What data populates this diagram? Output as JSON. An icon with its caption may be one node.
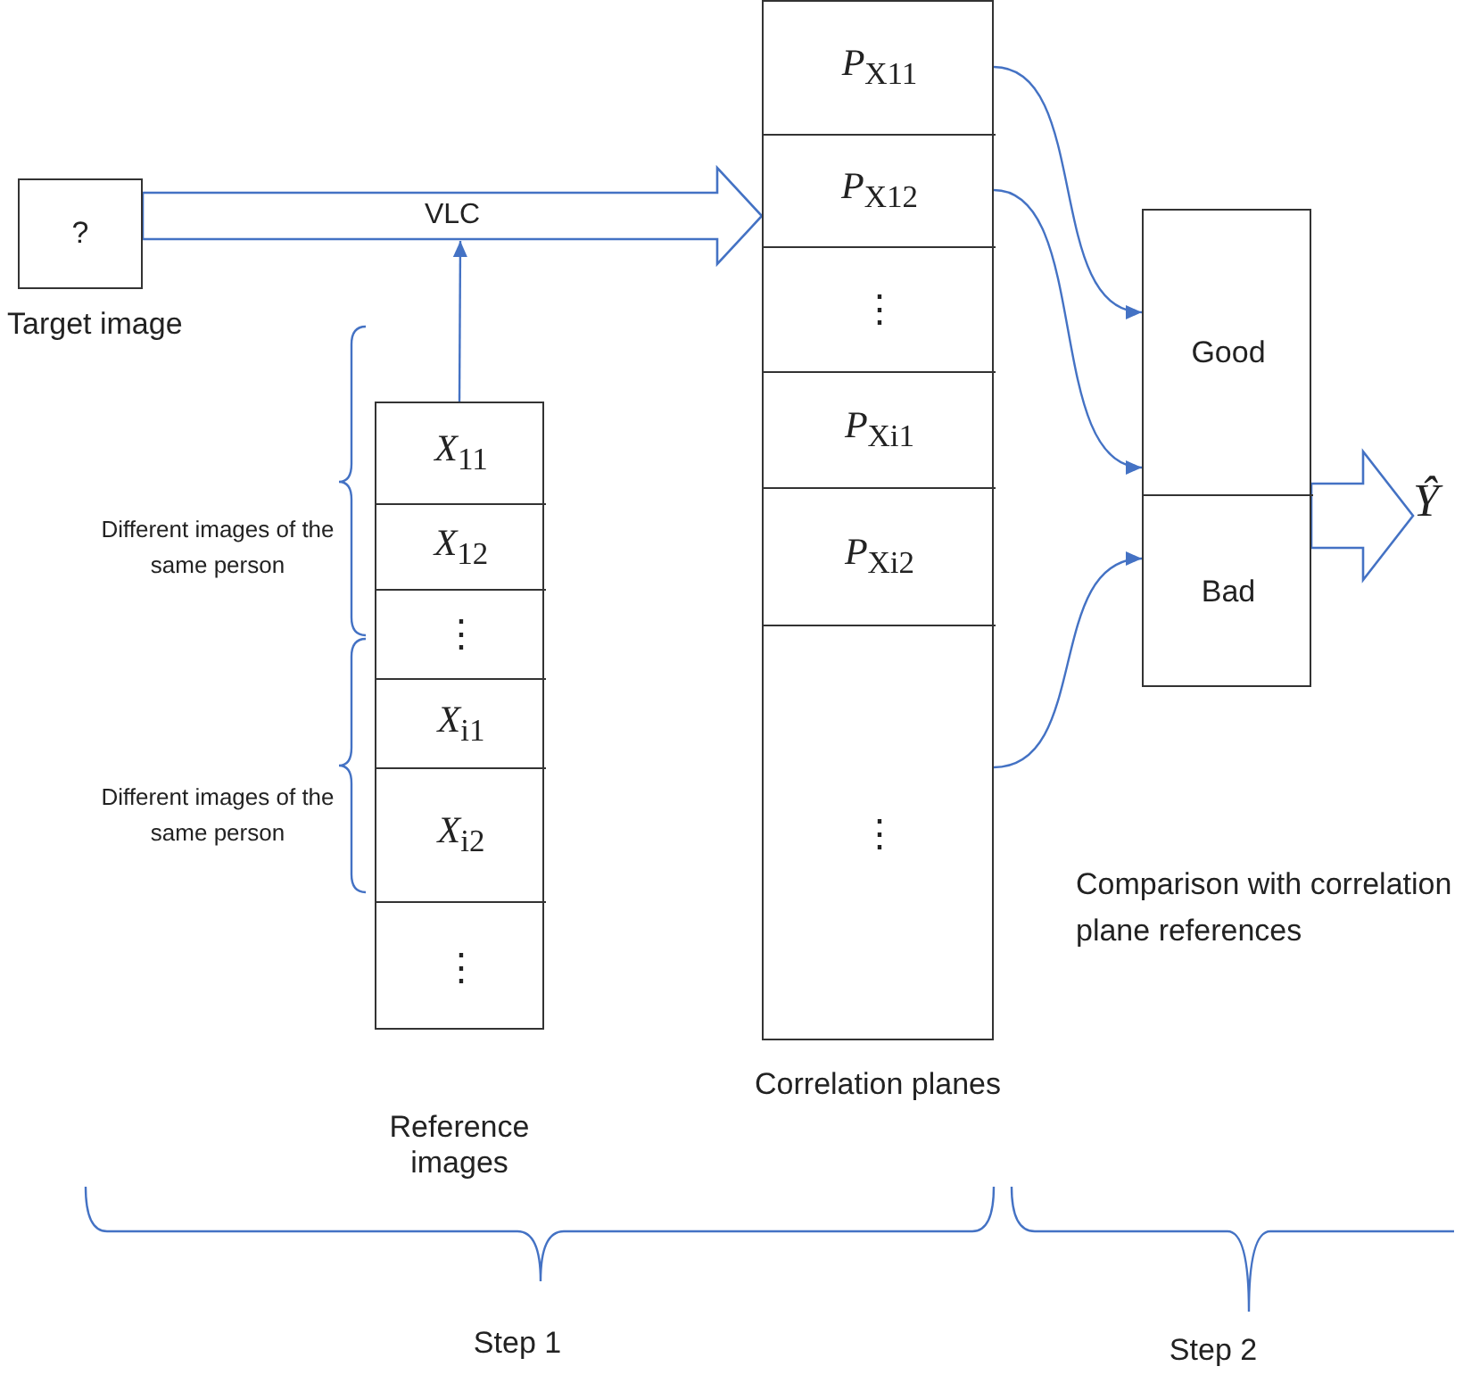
{
  "diagram": {
    "nodes": [
      {
        "text": [
          "?"
        ],
        "beside": [
          "Target image"
        ]
      },
      {
        "text": [],
        "shape": "box",
        "beside": [
          "Reference images"
        ]
      },
      {
        "text": [
          "*X*$_{11}$"
        ],
        "in": 1
      },
      {
        "text": [
          "*X*$_{12}$"
        ],
        "in": 1
      },
      {
        "text": [
          "⋮"
        ],
        "in": 1
      },
      {
        "text": [
          "*X*$_{i1}$"
        ],
        "in": 1
      },
      {
        "text": [
          "*X*$_{i2}$"
        ],
        "in": 1
      },
      {
        "text": [
          "⋮"
        ],
        "in": 1
      },
      {
        "text": [],
        "shape": "box",
        "beside": [
          "Correlation planes"
        ]
      },
      {
        "text": [
          "*P*$_{X11}$"
        ],
        "in": 8
      },
      {
        "text": [
          "*P*$_{X12}$"
        ],
        "in": 8
      },
      {
        "text": [
          "⋮"
        ],
        "in": 8
      },
      {
        "text": [
          "*P*$_{Xi1}$"
        ],
        "in": 8
      },
      {
        "text": [
          "*P*$_{Xi2}$"
        ],
        "in": 8
      },
      {
        "text": [
          "⋮"
        ],
        "in": 8
      },
      {
        "text": [],
        "shape": "box"
      },
      {
        "text": [
          "Good"
        ],
        "in": 15
      },
      {
        "text": [
          "Bad"
        ],
        "in": 15
      },
      {
        "text": [
          "Ŷ"
        ]
      }
    ],
    "edges": [
      {
        "from": 0,
        "to": 8,
        "arrow": "to",
        "style": "thick",
        "label": "VLC"
      },
      {
        "from": 1,
        "to": null,
        "arrow": "to"
      },
      {
        "from": 9,
        "to": 16,
        "arrow": "to"
      },
      {
        "from": 10,
        "to": 16,
        "arrow": "to"
      },
      {
        "from": 14,
        "to": 17,
        "arrow": "to"
      },
      {
        "from": 15,
        "to": 18,
        "arrow": "to",
        "style": "thick"
      }
    ],
    "labels": [
      "Different images of the same person",
      "Different images of the same person",
      "Comparison with correlation plane references",
      "Step 1",
      "Step 2"
    ]
  }
}
